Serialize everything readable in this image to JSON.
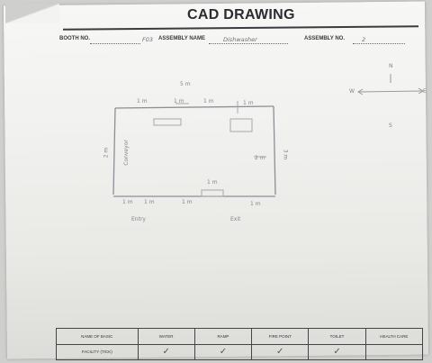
{
  "header": {
    "title": "CAD DRAWING",
    "booth_no_label": "BOOTH NO.",
    "booth_no_value": "F03",
    "assembly_name_label": "ASSEMBLY NAME",
    "assembly_name_value": "Dishwasher",
    "assembly_no_label": "ASSEMBLY NO.",
    "assembly_no_value": "2"
  },
  "sketch": {
    "top_dimension": "5 m",
    "top_segment_1": "1 m",
    "top_segment_2": "1 m",
    "top_segment_3": "1 m",
    "top_segment_4": "1 m",
    "left_label": "2 m",
    "left_sub_label": "Conveyor",
    "right_label": "2 m",
    "right_side_label": "3 m",
    "bottom_segment_1": "1 m",
    "bottom_segment_2": "1 m",
    "bottom_segment_3": "1 m",
    "bottom_center_label": "1 m",
    "bottom_right_label": "1 m",
    "caption_left": "Entry",
    "caption_right": "Exit",
    "compass_n": "N",
    "compass_s": "S",
    "compass_w": "W",
    "compass_e": "E"
  },
  "table": {
    "headers": [
      "NAME OF BASIC",
      "WATER",
      "RAMP",
      "FIRE POINT",
      "TOILET",
      "HEALTH CARE"
    ],
    "row_label": "FACILITY (TICK)",
    "ticks": [
      "✓",
      "✓",
      "✓",
      "✓",
      ""
    ]
  }
}
